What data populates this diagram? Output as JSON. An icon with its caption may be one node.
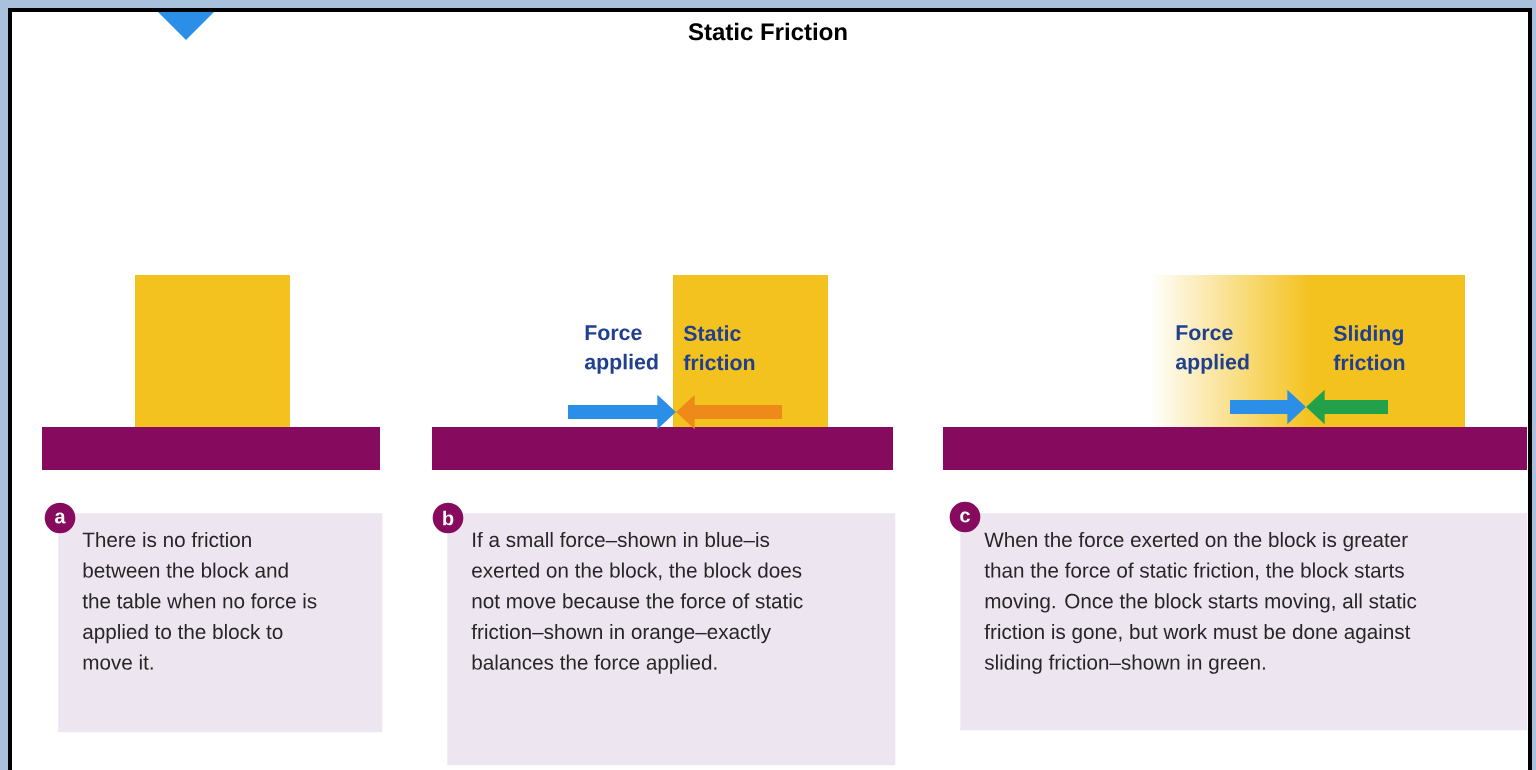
{
  "diagram": {
    "title": "Static Friction",
    "nodes": [
      {
        "text": [
          "a"
        ]
      },
      {
        "text": [
          "There is no friction between the block and the table when no force is applied to the block to move it."
        ]
      },
      {
        "text": [
          "b"
        ]
      },
      {
        "text": [
          "If a small force–shown in blue–is exerted on the block, the block does not move because the force of static friction–shown in orange–exactly balances the force applied."
        ]
      },
      {
        "text": [
          "c"
        ]
      },
      {
        "text": [
          "When the force exerted on the block is greater than the force of static friction, the block starts moving. Once the block starts moving, all static friction is gone, but work must be done against sliding friction–shown in green."
        ]
      }
    ],
    "labels": [
      "Force applied",
      "Static friction",
      "Force applied",
      "Sliding friction"
    ]
  }
}
